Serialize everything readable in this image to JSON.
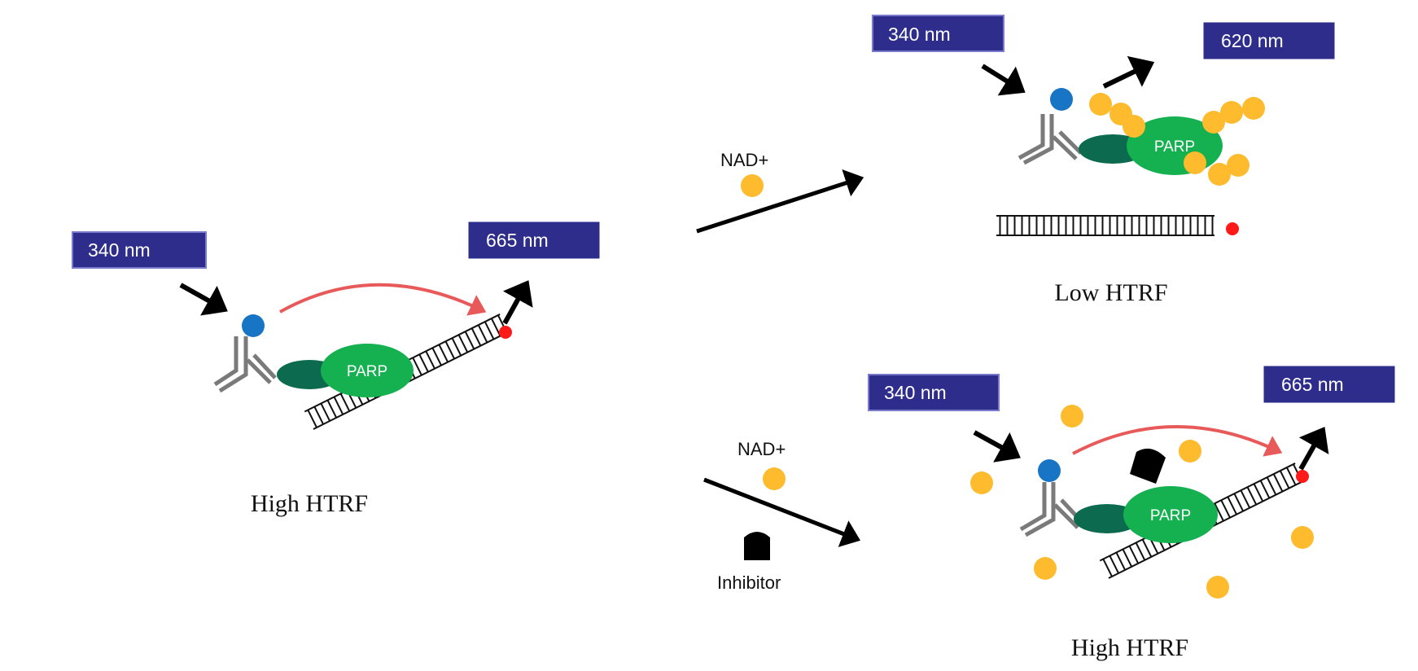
{
  "colors": {
    "label_box": "#2e2d8c",
    "label_box_border": "#7a7acc",
    "parp": "#15b04f",
    "binding_domain": "#0c6b4f",
    "antibody": "#7a7a7a",
    "donor": "#1874c4",
    "acceptor": "#ff1a1a",
    "nad": "#fdbb2d",
    "fret_arc": "#e85a5a",
    "arrow": "#000000"
  },
  "panels": {
    "left": {
      "excitation": "340 nm",
      "emission": "665 nm",
      "protein": "PARP",
      "caption": "High HTRF"
    },
    "top_right": {
      "reagent": "NAD+",
      "excitation": "340 nm",
      "emission": "620 nm",
      "protein": "PARP",
      "caption": "Low HTRF"
    },
    "bottom_right": {
      "reagent": "NAD+",
      "inhibitor": "Inhibitor",
      "excitation": "340 nm",
      "emission": "665 nm",
      "protein": "PARP",
      "caption": "High HTRF"
    }
  }
}
